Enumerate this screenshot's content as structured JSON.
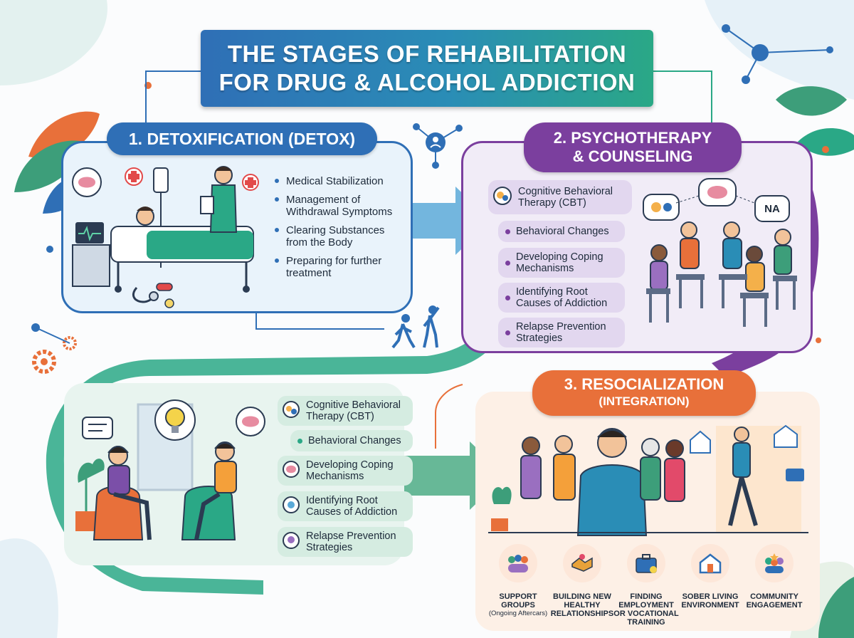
{
  "title": {
    "line1": "THE STAGES OF REHABILITATION",
    "line2": "FOR DRUG & ALCOHOL ADDICTION"
  },
  "stage1": {
    "heading": "1. DETOXIFICATION (DETOX)",
    "bullets": [
      "Medical Stabilization",
      "Management of Withdrawal Symptoms",
      "Clearing Substances from the Body",
      "Preparing for further treatment"
    ]
  },
  "stage2": {
    "heading_line1": "2. PSYCHOTHERAPY",
    "heading_line2": "& COUNSELING",
    "items": [
      "Cognitive Behavioral Therapy (CBT)",
      "Behavioral Changes",
      "Developing Coping Mechanisms",
      "Identifying Root Causes of Addiction",
      "Relapse Prevention Strategies"
    ],
    "speech_text": "NA"
  },
  "therapy_panel": {
    "items": [
      "Cognitive Behavioral Therapy (CBT)",
      "Behavioral Changes",
      "Developing Coping Mechanisms",
      "Identifying Root Causes of Addiction",
      "Relapse Prevention Strategies"
    ]
  },
  "stage3": {
    "heading_line1": "3. RESOCIALIZATION",
    "heading_line2": "(INTEGRATION)",
    "items": [
      {
        "label": "SUPPORT\nGROUPS",
        "sub": "(Ongoing Aftercars)",
        "icon": "support-group-icon"
      },
      {
        "label": "BUILDING NEW\nHEALTHY\nRELATIONSHIPS",
        "sub": "",
        "icon": "handshake-icon"
      },
      {
        "label": "FINDING\nEMPLOYMENT\nOR VOCATIONAL\nTRAINING",
        "sub": "",
        "icon": "briefcase-icon"
      },
      {
        "label": "SOBER LIVING\nENVIRONMENT",
        "sub": "",
        "icon": "house-icon"
      },
      {
        "label": "COMMUNITY\nENGAGEMENT",
        "sub": "",
        "icon": "community-icon"
      }
    ]
  },
  "colors": {
    "blue": "#2f6fb6",
    "purple": "#7b3f9e",
    "orange": "#e8703a",
    "teal": "#2aa886",
    "green": "#3d9e7a"
  }
}
